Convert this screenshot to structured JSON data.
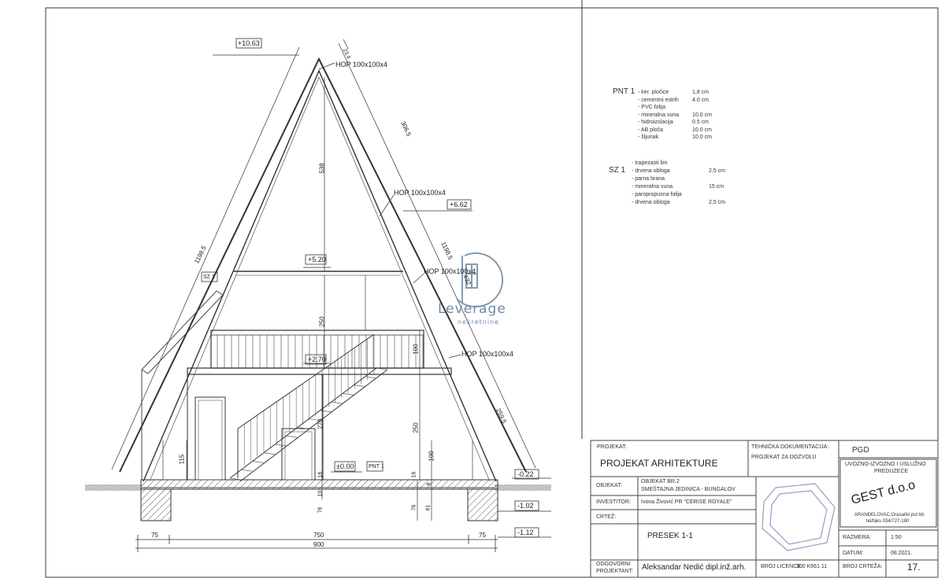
{
  "elevations": {
    "top": "+10.63",
    "hop_top": "HOP 100x100x4",
    "hop_upper": "HOP 100x100x4",
    "level_upper": "+6.62",
    "level_mid": "+5.20",
    "hop_mid": "HOP 100x100x4",
    "level_loft": "+2.70",
    "hop_lower": "HOP 100x100x4",
    "level_floor": "±0.00",
    "floor_tag": "PNT 1",
    "level_ground": "-0.22",
    "level_fdn1": "-1.02",
    "level_fdn2": "-1.12",
    "roof_tag": "SZ 1"
  },
  "dimensions": {
    "roof_left": "1198.5",
    "roof_right_top": "306.5",
    "roof_right_mid": "432",
    "roof_right_full": "1198.5",
    "roof_right_low": "259.5",
    "apex_small": "23.4",
    "height_top": "538",
    "height_loft": "250",
    "height_rail": "100",
    "height_door": "270",
    "height_lower": "250",
    "height_100": "100",
    "height_115": "115",
    "h16a": "16",
    "h16b": "16",
    "h10": "10",
    "h76a": "76",
    "h76b": "76",
    "h61": "61",
    "h8": "8",
    "w75a": "75",
    "w750": "750",
    "w75b": "75",
    "w900": "900"
  },
  "legend": {
    "pnt_title": "PNT 1",
    "pnt_layers": [
      {
        "name": "- ker. pločice",
        "value": "1,8 cm"
      },
      {
        "name": "- cementni estrih",
        "value": "4.0 cm"
      },
      {
        "name": "- PVC folija",
        "value": ""
      },
      {
        "name": "- mineralna vuna",
        "value": "10.0 cm"
      },
      {
        "name": "- hidroizolacija",
        "value": "0.5 cm"
      },
      {
        "name": "- AB ploča",
        "value": "10.0 cm"
      },
      {
        "name": "- šljunak",
        "value": "10.0 cm"
      }
    ],
    "sz_title": "SZ 1",
    "sz_layers": [
      {
        "name": "- trapezasti lim",
        "value": ""
      },
      {
        "name": "- drvena obloga",
        "value": "2,5 cm"
      },
      {
        "name": "- parna brana",
        "value": ""
      },
      {
        "name": "- mineralna vuna",
        "value": "15 cm"
      },
      {
        "name": "- paropropusna folija",
        "value": ""
      },
      {
        "name": "- drvena obloga",
        "value": "2,5 cm"
      }
    ]
  },
  "watermark": {
    "name": "Leverage",
    "sub": "nekretnine"
  },
  "title_block": {
    "projekat_label": "PROJEKAT:",
    "projekat_value": "PROJEKAT ARHITEKTURE",
    "tehnicka_label": "TEHNIČKA DOKUMENTACIJA:",
    "tehnicka_value": "PROJEKAT ZA DOZVOLU",
    "pgd": "PGD",
    "objekat_label": "OBJEKAT:",
    "objekat_line1": "OBJEKAT BR.2",
    "objekat_line2": "SMEŠTAJNA JEDINICA - BUNGALOV",
    "investitor_label": "INVESTITOR:",
    "investitor_value": "Ivona Živović PR \"CERISE ROYALE\"",
    "crtez_label": "CRTEŽ:",
    "crtez_value": "PRESEK 1-1",
    "company_line1": "UVOZNO-IZVOZNO I USLUŽNO",
    "company_line2": "PREDUZEĆE",
    "company_name": "GEST d.o.o",
    "company_addr1": "ARANĐELOVAC,Orasački put bb",
    "company_addr2": "tel/faks 034/727-180",
    "razmera_label": "RAZMERA:",
    "razmera_value": "1:50",
    "datum_label": "DATUM:",
    "datum_value": "08.2021.",
    "odgovorni_label": "ODGOVORNI",
    "projektant_label": "PROJEKTANT:",
    "odgovorni_value": "Aleksandar Nedić dipl.inž.arh.",
    "licence_label": "BROJ LICENCE:",
    "licence_value": "300 K661 11",
    "broj_label": "BROJ CRTEŽA:",
    "broj_value": "17."
  },
  "colors": {
    "line": "#333333",
    "hatch": "#555555",
    "watermark": "#6f89a8",
    "stamp": "#7a86b0"
  }
}
